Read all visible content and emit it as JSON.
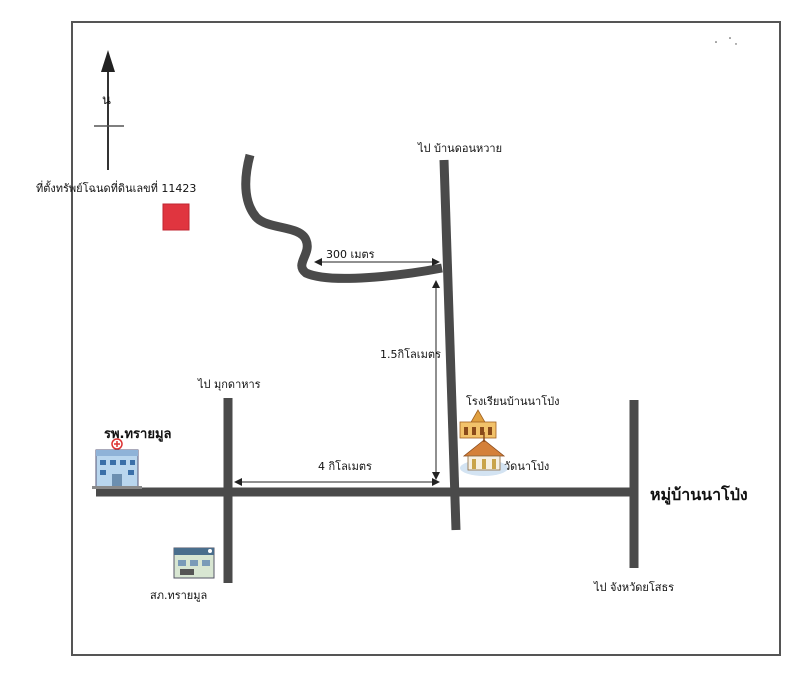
{
  "north": {
    "label": "น"
  },
  "parcel": {
    "label": "ที่ตั้งทรัพย์โฉนดที่ดินเลขที่ 11423",
    "color": "#e0353f"
  },
  "roads": {
    "north_dest": "ไป บ้านดอนหวาย",
    "west_dest": "ไป มุกดาหาร",
    "east_dest": "ไป จังหวัดยโสธร",
    "road_color": "#4a4a4a"
  },
  "distances": {
    "to_parcel": "300 เมตร",
    "north_leg": "1.5กิโลเมตร",
    "west_leg": "4 กิโลเมตร"
  },
  "landmarks": {
    "hospital": "รพ.ทรายมูล",
    "police": "สภ.ทรายมูล",
    "school": "โรงเรียนบ้านนาโป่ง",
    "temple": "วัดนาโป่ง",
    "village": "หมู่บ้านนาโป่ง"
  }
}
